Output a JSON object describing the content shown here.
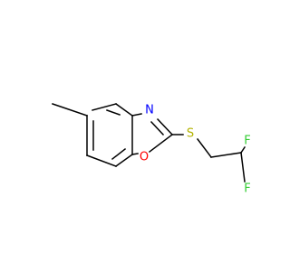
{
  "atoms": {
    "n1": {
      "symbol": "N",
      "color": "#0000ff"
    },
    "o1": {
      "symbol": "O",
      "color": "#ff0000"
    },
    "s1": {
      "symbol": "S",
      "color": "#b2b200"
    },
    "f1": {
      "symbol": "F",
      "color": "#33cc33"
    },
    "f2": {
      "symbol": "F",
      "color": "#33cc33"
    }
  }
}
